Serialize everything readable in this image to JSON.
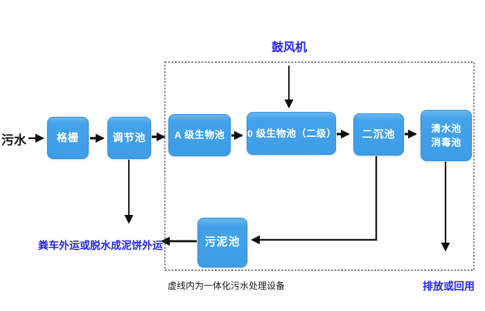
{
  "diagram": {
    "influent_label": "污水",
    "blower_label": "鼓风机",
    "nodes": {
      "grid": "格栅",
      "regulating_tank": "调节池",
      "a_bio_tank": "A 级生物池",
      "o_bio_tank": "0 级生物池（二级）",
      "secondary_sedimentation_tank": "二沉池",
      "clear_water_tank_line1": "清水池",
      "clear_water_tank_line2": "消毒池",
      "sludge_tank": "污泥池"
    },
    "sludge_disposal_label": "粪车外运或脱水成泥饼外运",
    "dashed_box_caption": "虚线内为一体化污水处理设备",
    "effluent_label": "排放或回用",
    "colors": {
      "node_fill": "#3F9FE7",
      "node_border": "#2D8EDB",
      "node_text": "#FFFFFF",
      "blue_label": "#2424EE",
      "black_label": "#141414",
      "arrow": "#111111",
      "dashed_border": "#4D4D4D",
      "background": "#FFFFFF"
    }
  }
}
